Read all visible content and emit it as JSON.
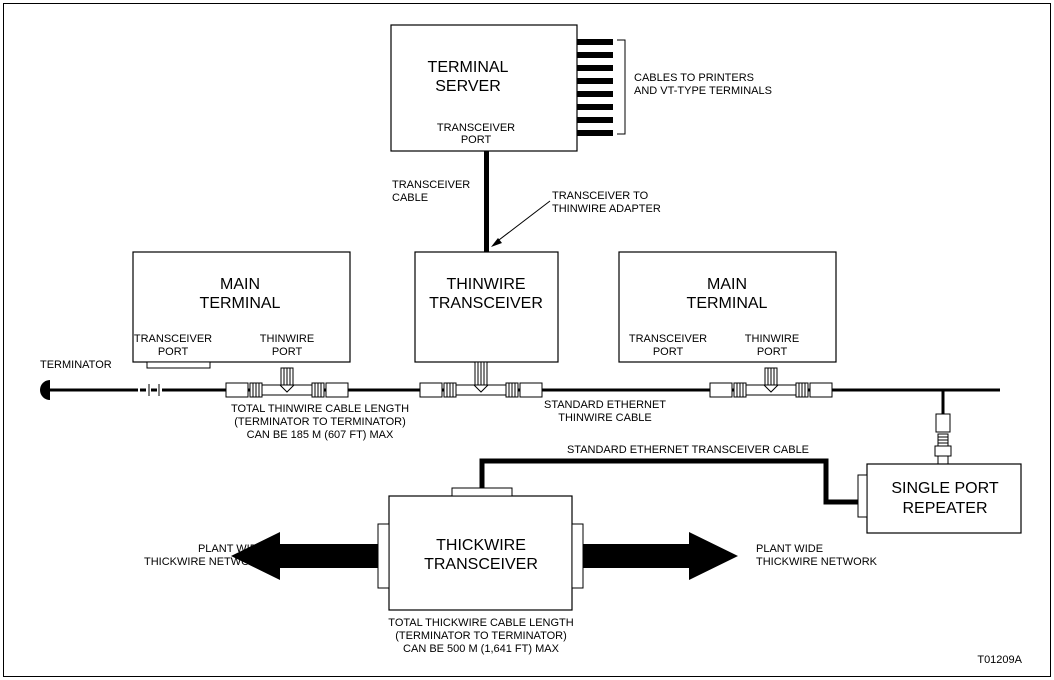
{
  "terminal_server": {
    "title_line1": "TERMINAL",
    "title_line2": "SERVER",
    "port_line1": "TRANSCEIVER",
    "port_line2": "PORT"
  },
  "cables_note": {
    "line1": "CABLES TO PRINTERS",
    "line2": "AND VT-TYPE TERMINALS"
  },
  "transceiver_cable": {
    "line1": "TRANSCEIVER",
    "line2": "CABLE"
  },
  "adapter": {
    "line1": "TRANSCEIVER TO",
    "line2": "THINWIRE ADAPTER"
  },
  "main_terminal_left": {
    "title_line1": "MAIN",
    "title_line2": "TERMINAL",
    "port1_line1": "TRANSCEIVER",
    "port1_line2": "PORT",
    "port2_line1": "THINWIRE",
    "port2_line2": "PORT"
  },
  "thinwire_transceiver": {
    "title_line1": "THINWIRE",
    "title_line2": "TRANSCEIVER"
  },
  "main_terminal_right": {
    "title_line1": "MAIN",
    "title_line2": "TERMINAL",
    "port1_line1": "TRANSCEIVER",
    "port1_line2": "PORT",
    "port2_line1": "THINWIRE",
    "port2_line2": "PORT"
  },
  "terminator": "TERMINATOR",
  "thinwire_length": {
    "line1": "TOTAL THINWIRE CABLE LENGTH",
    "line2": "(TERMINATOR TO TERMINATOR)",
    "line3": "CAN BE 185 M (607 FT) MAX"
  },
  "std_thinwire": {
    "line1": "STANDARD ETHERNET",
    "line2": "THINWIRE CABLE"
  },
  "std_transceiver_cable": "STANDARD ETHERNET TRANSCEIVER CABLE",
  "repeater": {
    "line1": "SINGLE PORT",
    "line2": "REPEATER"
  },
  "thickwire_transceiver": {
    "line1": "THICKWIRE",
    "line2": "TRANSCEIVER"
  },
  "plant_left": {
    "line1": "PLANT WIDE",
    "line2": "THICKWIRE NETWORK"
  },
  "plant_right": {
    "line1": "PLANT WIDE",
    "line2": "THICKWIRE NETWORK"
  },
  "thickwire_length": {
    "line1": "TOTAL THICKWIRE CABLE LENGTH",
    "line2": "(TERMINATOR TO TERMINATOR)",
    "line3": "CAN BE 500 M (1,641 FT) MAX"
  },
  "figure_id": "T01209A"
}
